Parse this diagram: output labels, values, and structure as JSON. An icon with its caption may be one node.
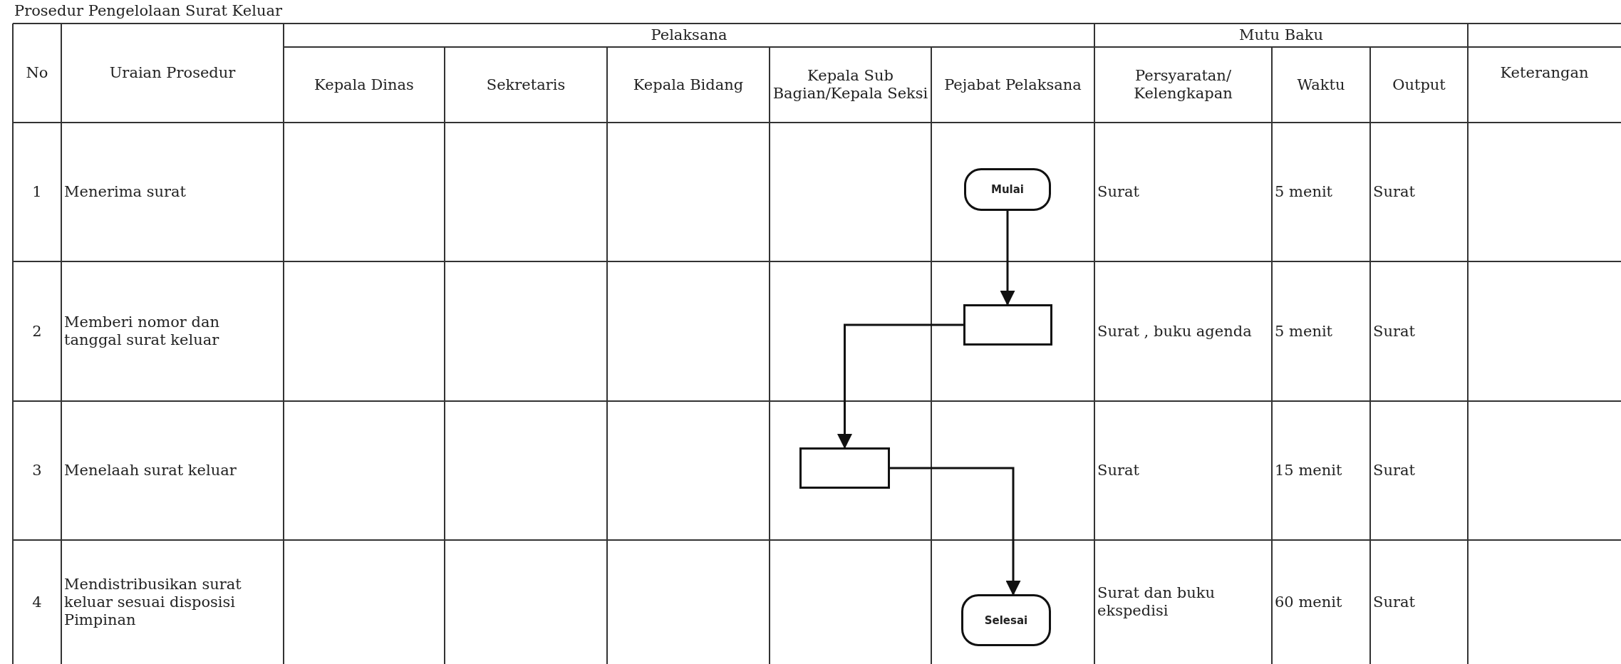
{
  "diagram": {
    "title": "Prosedur Pengelolaan Surat Keluar",
    "nodes": [
      {
        "text": [
          "Mulai"
        ]
      },
      {
        "text": [],
        "shape": "box"
      },
      {
        "text": [],
        "shape": "box"
      },
      {
        "text": [
          "Selesai"
        ]
      }
    ],
    "edges": [
      {
        "from": 0,
        "to": 1,
        "arrow": "to"
      },
      {
        "from": 1,
        "to": 2,
        "arrow": "to"
      },
      {
        "from": 2,
        "to": 3,
        "arrow": "to"
      }
    ],
    "labels": [
      "No",
      "Uraian Prosedur",
      "Pelaksana",
      "Mutu Baku",
      "Kepala Dinas",
      "Sekretaris",
      "Kepala Bidang",
      "Kepala Sub Bagian/Kepala Seksi",
      "Pejabat Pelaksana",
      "Persyaratan/ Kelengkapan",
      "Waktu",
      "Output",
      "Keterangan",
      "1",
      "Menerima surat",
      "Surat",
      "5 menit",
      "Surat",
      "2",
      "Memberi nomor dan tanggal surat keluar",
      "Surat , buku agenda",
      "5 menit",
      "Surat",
      "3",
      "Menelaah surat keluar",
      "Surat",
      "15 menit",
      "Surat",
      "4",
      "Mendistribusikan surat keluar sesuai disposisi Pimpinan",
      "Surat dan buku ekspedisi",
      "60 menit",
      "Surat"
    ]
  }
}
